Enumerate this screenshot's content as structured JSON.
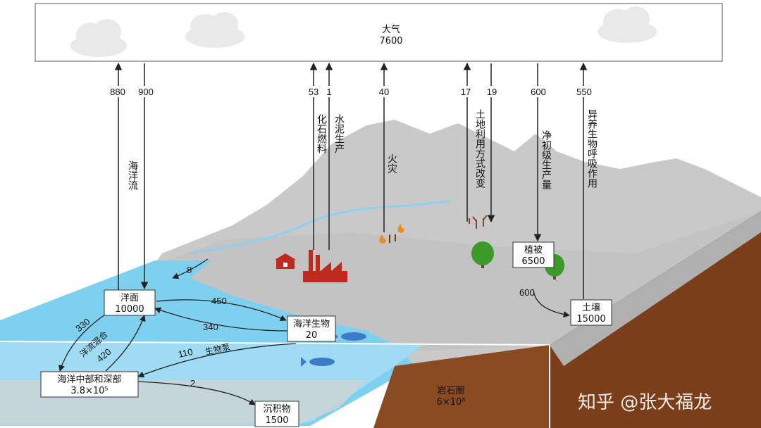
{
  "atmosphere": {
    "label": "大气",
    "value": "7600"
  },
  "flux_top": {
    "ocean_up": "880",
    "ocean_down": "900",
    "fossil": "53",
    "cement": "1",
    "fire": "40",
    "land_use": "17",
    "land_use_down": "19",
    "npp": "600",
    "resp": "550"
  },
  "vertical_labels": {
    "ocean_current": "海洋流",
    "fossil_fuel": "化石燃料",
    "cement_production": "水泥生产",
    "fire": "火灾",
    "land_use_change": "土地利用方式改变",
    "net_primary_production": "净初级生产量",
    "heterotrophic_respiration": "异养生物呼吸作用"
  },
  "boxes": {
    "ocean_surface": {
      "label": "洋面",
      "value": "10000"
    },
    "marine_biota": {
      "label": "海洋生物",
      "value": "20"
    },
    "deep_ocean": {
      "label": "海洋中部和深部",
      "value": "3.8×10⁵"
    },
    "sediment": {
      "label": "沉积物",
      "value": "1500"
    },
    "vegetation": {
      "label": "植被",
      "value": "6500"
    },
    "soil": {
      "label": "土壤",
      "value": "15000"
    },
    "lithosphere": {
      "label": "岩石圈",
      "value": "6×10⁸"
    }
  },
  "ocean_flux": {
    "river": "8",
    "to_biota": "450",
    "from_biota": "340",
    "up_mix": "330",
    "down_mix": "420",
    "mixing_label": "洋流混合",
    "pump": "110",
    "pump_label": "生物泵",
    "to_sediment": "2"
  },
  "land_flux": {
    "veg_to_soil": "600"
  },
  "watermark": "知乎 @张大福龙",
  "colors": {
    "ocean": "#7fd0ee",
    "land": "#c8c8c8",
    "rock": "#8a4a22",
    "factory": "#c0291e",
    "tree": "#3a9a2a"
  }
}
